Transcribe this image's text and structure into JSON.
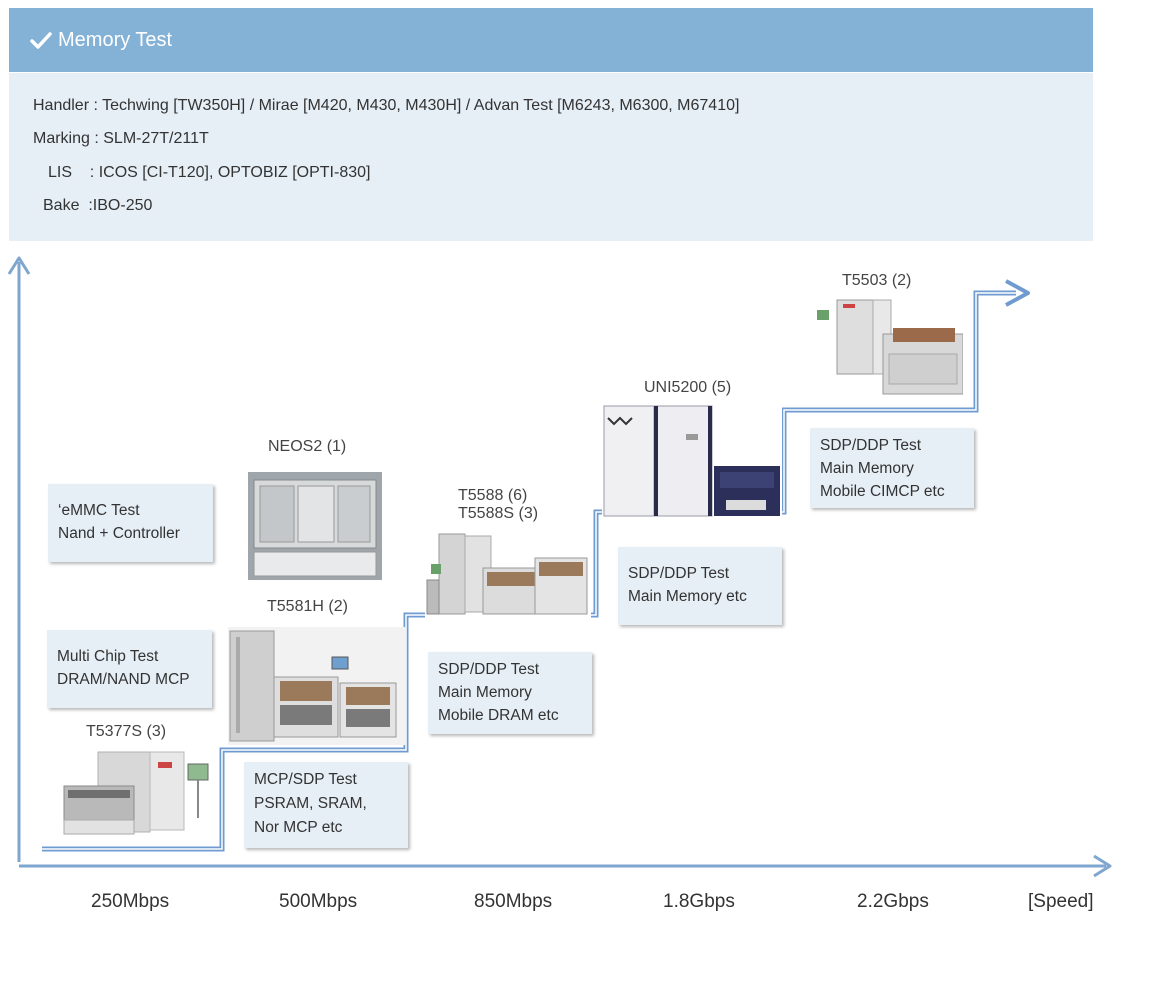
{
  "header": {
    "title": "Memory Test"
  },
  "info": {
    "handler": "Handler : Techwing [TW350H]  /  Mirae [M420, M430, M430H]  /  Advan Test [M6243, M6300, M67410]",
    "marking": "Marking : SLM-27T/211T",
    "lis": "LIS    : ICOS [CI-T120], OPTOBIZ [OPTI-830]",
    "bake": "Bake  :IBO-250"
  },
  "testers": {
    "t5377s": "T5377S (3)",
    "t5581h": "T5581H (2)",
    "neos2": "NEOS2 (1)",
    "t5588_line1": "T5588 (6)",
    "t5588_line2": "T5588S (3)",
    "uni5200": "UNI5200 (5)",
    "t5503": "T5503 (2)"
  },
  "notes": {
    "emmc": [
      "‘eMMC Test",
      "Nand + Controller"
    ],
    "multichip": [
      "Multi Chip Test",
      "DRAM/NAND MCP"
    ],
    "mcp": [
      "MCP/SDP Test",
      "PSRAM, SRAM,",
      "Nor MCP etc"
    ],
    "sdp_mobile": [
      "SDP/DDP Test",
      "Main Memory",
      "Mobile DRAM etc"
    ],
    "sdp_main": [
      "SDP/DDP Test",
      "Main Memory etc"
    ],
    "sdp_cimcp": [
      "SDP/DDP Test",
      "Main Memory",
      "Mobile CIMCP etc"
    ]
  },
  "x_axis": {
    "ticks": [
      "250Mbps",
      "500Mbps",
      "850Mbps",
      "1.8Gbps",
      "2.2Gbps"
    ],
    "unit": "[Speed]"
  },
  "colors": {
    "header_bg": "#84b1d6",
    "panel_bg": "#e6eef6",
    "axis": "#7fa6cf",
    "step_line": "#6f9bd0"
  }
}
